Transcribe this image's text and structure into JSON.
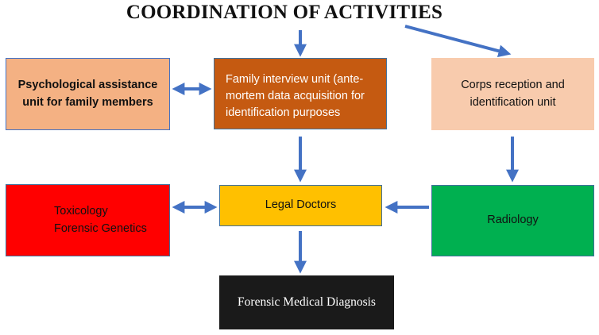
{
  "title": "COORDINATION OF ACTIVITIES",
  "colors": {
    "arrow": "#4472c4",
    "psych_unit": "#f4b183",
    "family_unit": "#c55a11",
    "corps_unit": "#f8cbad",
    "toxicology": "#ff0000",
    "legal_doctors": "#ffc000",
    "radiology": "#00b050",
    "diagnosis": "#1a1a1a"
  },
  "nodes": {
    "psych": "Psychological assistance\nunit for family members",
    "family": "Family interview unit (ante-\nmortem data acquisition for\nidentification purposes",
    "corps": "Corps reception and\nidentification unit",
    "tox": "Toxicology\nForensic Genetics",
    "legal": "Legal Doctors",
    "radio": "Radiology",
    "diag": "Forensic Medical Diagnosis"
  },
  "edges": [
    {
      "from": "title",
      "to": "family",
      "type": "single"
    },
    {
      "from": "title",
      "to": "corps",
      "type": "single"
    },
    {
      "from": "psych",
      "to": "family",
      "type": "double"
    },
    {
      "from": "family",
      "to": "legal",
      "type": "single"
    },
    {
      "from": "corps",
      "to": "radio",
      "type": "single"
    },
    {
      "from": "tox",
      "to": "legal",
      "type": "double"
    },
    {
      "from": "radio",
      "to": "legal",
      "type": "single"
    },
    {
      "from": "legal",
      "to": "diag",
      "type": "single"
    }
  ]
}
